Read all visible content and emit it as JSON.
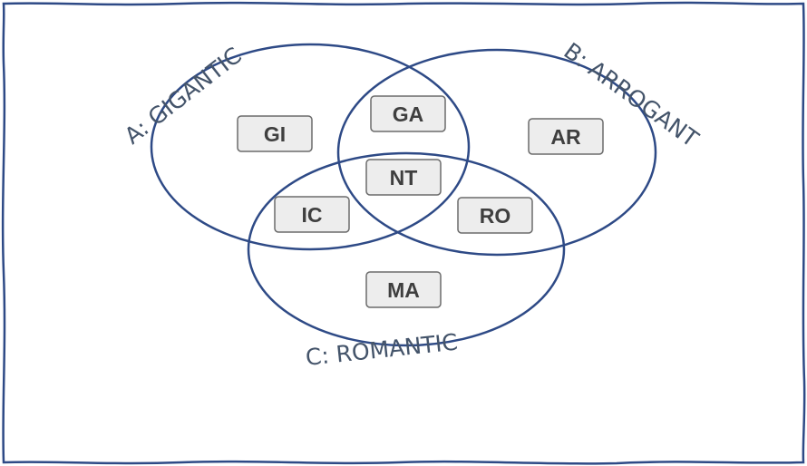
{
  "sets": {
    "a": "A: GIGANTIC",
    "b": "B: ARROGANT",
    "c": "C: ROMANTIC"
  },
  "regions": {
    "gi": "GI",
    "ga": "GA",
    "ar": "AR",
    "nt": "NT",
    "ic": "IC",
    "ro": "RO",
    "ma": "MA"
  },
  "colors": {
    "outline": "#2e4a86",
    "label_text": "#44546a",
    "box_fill": "#ededed",
    "box_stroke": "#6b6b6b",
    "box_text": "#3f3f3f"
  }
}
